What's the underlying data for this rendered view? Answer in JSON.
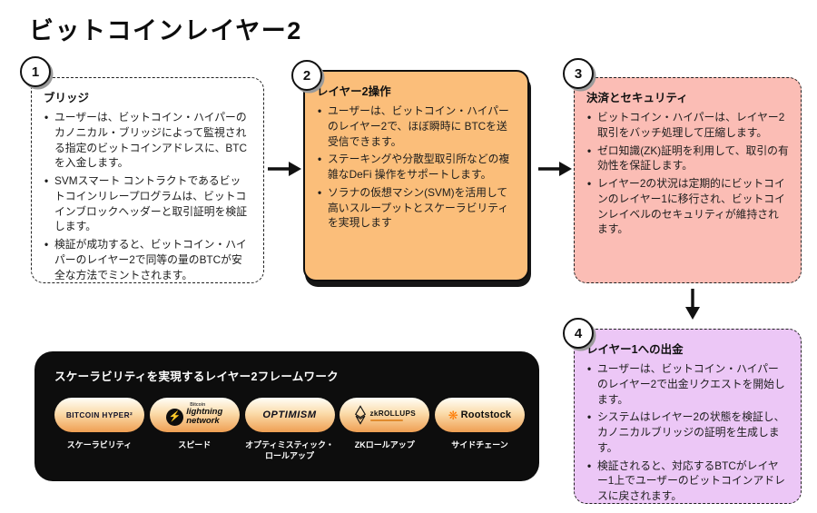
{
  "title": "ビットコインレイヤー2",
  "steps": [
    {
      "number": "1",
      "title": "ブリッジ",
      "bullets": [
        "ユーザーは、ビットコイン・ハイパーのカノニカル・ブリッジによって監視される指定のビットコインアドレスに、BTCを入金します。",
        "SVMスマート コントラクトであるビットコインリレープログラムは、ビットコインブロックヘッダーと取引証明を検証します。",
        "検証が成功すると、ビットコイン・ハイパーのレイヤー2で同等の量のBTCが安全な方法でミントされます。"
      ]
    },
    {
      "number": "2",
      "title": "レイヤー2操作",
      "bullets": [
        "ユーザーは、ビットコイン・ハイパーのレイヤー2で、ほぼ瞬時に BTCを送受信できます。",
        "ステーキングや分散型取引所などの複雑なDeFi 操作をサポートします。",
        "ソラナの仮想マシン(SVM)を活用して高いスループットとスケーラビリティを実現します"
      ]
    },
    {
      "number": "3",
      "title": "決済とセキュリティ",
      "bullets": [
        "ビットコイン・ハイパーは、レイヤー2取引をバッチ処理して圧縮します。",
        "ゼロ知識(ZK)証明を利用して、取引の有効性を保証します。",
        "レイヤー2の状況は定期的にビットコインのレイヤー1に移行され、ビットコインレイベルのセキュリティが維持されます。"
      ]
    },
    {
      "number": "4",
      "title": "レイヤー1への出金",
      "bullets": [
        "ユーザーは、ビットコイン・ハイパーのレイヤー2で出金リクエストを開始します。",
        "システムはレイヤー2の状態を検証し、カノニカルブリッジの証明を生成します。",
        "検証されると、対応するBTCがレイヤー1上でユーザーのビットコインアドレスに戻されます。"
      ]
    }
  ],
  "frameworks": {
    "title": "スケーラビリティを実現するレイヤー2フレームワーク",
    "items": [
      {
        "logo_text": "BITCOIN HYPER²",
        "label": "スケーラビリティ"
      },
      {
        "logo_brand": "Bitcoin",
        "logo_line1": "lightning",
        "logo_line2": "network",
        "bolt_icon": "⚡",
        "label": "スピード"
      },
      {
        "logo_text": "OPTIMISM",
        "label": "オプティミスティック・ロールアップ"
      },
      {
        "logo_text": "zkROLLUPS",
        "label": "ZKロールアップ"
      },
      {
        "logo_text": "Rootstock",
        "flower_icon": "❋",
        "label": "サイドチェーン"
      }
    ]
  },
  "colors": {
    "step2_bg": "#FBBE7A",
    "step3_bg": "#FBBDB5",
    "step4_bg": "#ECC7F6",
    "panel_bg": "#0D0D0D",
    "arrow": "#111111",
    "bolt_orange": "#F7931A",
    "rootstock_orange": "#FF7A00"
  }
}
